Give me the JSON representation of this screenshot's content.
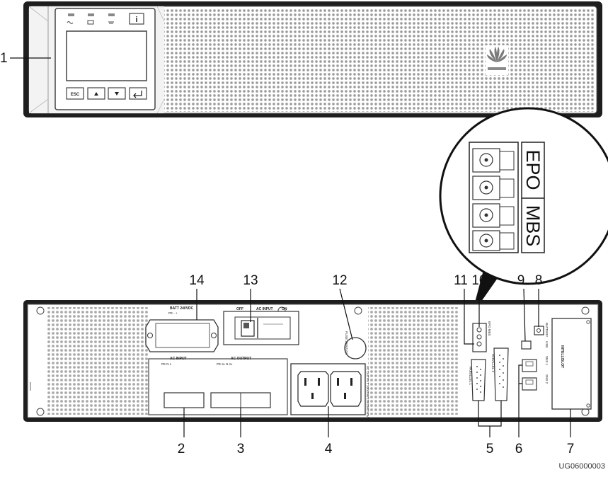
{
  "callouts": {
    "front_panel": "1",
    "battery_terminal_block": "2",
    "ac_input_output_terminals": "3",
    "ac_output_sockets": "4",
    "parallel_ports": "5",
    "sns_ports": "6",
    "intelligent_card_slot": "7",
    "battery_port": "8",
    "usb_port": "9",
    "epo_port": "10",
    "mbs_port": "11",
    "fuse": "12",
    "input_breaker": "13",
    "batt_terminals": "14"
  },
  "front_keys": {
    "esc": "ESC"
  },
  "magnifier": {
    "label_top": "EPO",
    "label_bottom": "MBS"
  },
  "rear_labels": {
    "batt": "BATT 240VDC",
    "batt_terms": "PE    -    +",
    "ac_input": "AC INPUT",
    "ac_input_terms": "PE     N     L",
    "ac_output": "AC OUTPUT",
    "ac_output_terms": "PE    sL    N    sL",
    "breaker_off": "OFF",
    "breaker_input": "AC INPUT",
    "breaker_on": "ON",
    "fuse": "FUSE 250V/10A",
    "ac_output_side": "AC OUTPUT 200/208/220/230/240V",
    "parallel_1": "PARALLEL 1",
    "parallel_2": "PARALLEL 2",
    "epo_mbs": "EPO  MBS",
    "battery": "BATTERY",
    "usb": "USB",
    "sns1": "SNS 1",
    "sns2": "SNS 2",
    "intellislot": "INTELLISLOT"
  },
  "figure_code": "UG06000003"
}
